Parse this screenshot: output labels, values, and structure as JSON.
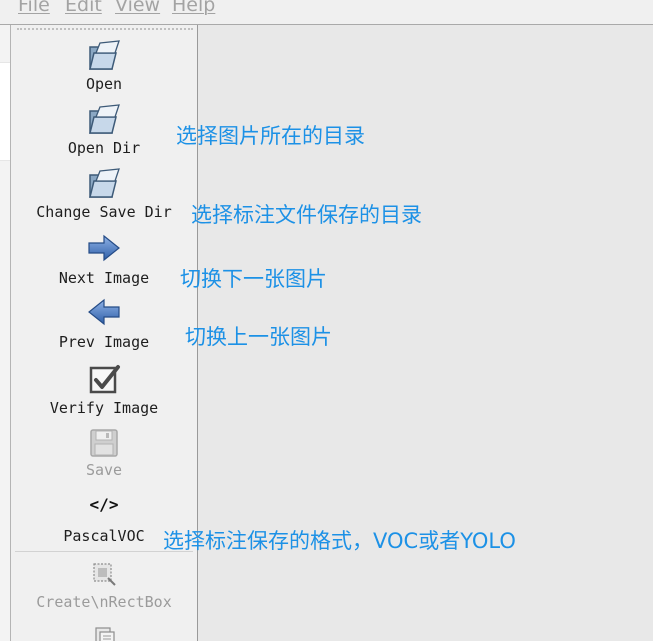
{
  "menu": {
    "file": "File",
    "edit": "Edit",
    "view": "View",
    "help": "Help"
  },
  "toolbar": {
    "open": {
      "label": "Open",
      "icon": "folder-open-icon"
    },
    "open_dir": {
      "label": "Open Dir",
      "icon": "folder-open-icon"
    },
    "change_save_dir": {
      "label": "Change Save Dir",
      "icon": "folder-open-icon"
    },
    "next_image": {
      "label": "Next Image",
      "icon": "arrow-right-icon"
    },
    "prev_image": {
      "label": "Prev Image",
      "icon": "arrow-left-icon"
    },
    "verify_image": {
      "label": "Verify Image",
      "icon": "checkbox-icon"
    },
    "save": {
      "label": "Save",
      "icon": "floppy-disk-icon",
      "disabled": true
    },
    "format": {
      "label": "PascalVOC",
      "icon_text": "</>"
    },
    "create_rect_box": {
      "label": "Create\\nRectBox",
      "icon": "rect-box-icon",
      "disabled": true
    }
  },
  "annotations": {
    "open_dir": "选择图片所在的目录",
    "change_save_dir": "选择标注文件保存的目录",
    "next_image": "切换下一张图片",
    "prev_image": "切换上一张图片",
    "format": "选择标注保存的格式，VOC或者YOLO"
  },
  "colors": {
    "annotation": "#1c91e6",
    "canvas": "#e8e8e8",
    "toolbar": "#f0f0f0",
    "menu_text_disabled": "#a3a3a3"
  }
}
